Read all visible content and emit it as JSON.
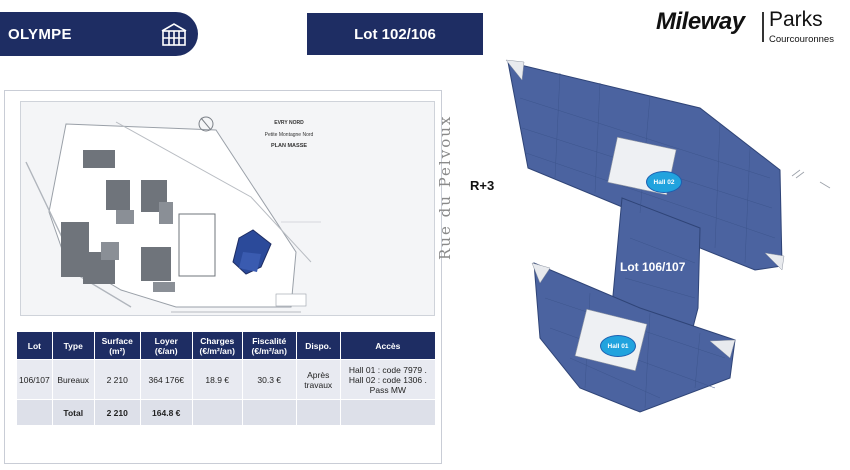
{
  "header": {
    "building_name": "OLYMPE",
    "lot_title": "Lot 102/106"
  },
  "logo": {
    "brand": "Mileway",
    "product": "Parks",
    "city": "Courcouronnes"
  },
  "site_plan": {
    "title_line1": "EVRY NORD",
    "title_line2": "Petite Montagne Nord",
    "title_line3": "",
    "plan_label": "PLAN MASSE"
  },
  "table": {
    "headers": {
      "lot": "Lot",
      "type": "Type",
      "surface": "Surface (m²)",
      "loyer": "Loyer (€/an)",
      "charges": "Charges (€/m²/an)",
      "fiscalite": "Fiscalité (€/m²/an)",
      "dispo": "Dispo.",
      "acces": "Accès"
    },
    "rows": [
      {
        "lot": "106/107",
        "type": "Bureaux",
        "surface": "2 210",
        "loyer": "364 176€",
        "charges": "18.9 €",
        "fiscalite": "30.3 €",
        "dispo": "Après travaux",
        "acces_line1": "Hall 01 : code 7979 .",
        "acces_line2": "Hall 02 : code 1306 .",
        "acces_line3": "Pass MW"
      }
    ],
    "total": {
      "label": "Total",
      "surface": "2 210",
      "loyer": "164.8 €"
    }
  },
  "floor_plan": {
    "street": "Rue du Pelvoux",
    "level": "R+3",
    "lot_label": "Lot 106/107",
    "hall_01": "Hall 01",
    "hall_02": "Hall 02"
  },
  "colors": {
    "navy": "#1e2d63",
    "floor_blue": "#4b63a0",
    "hall_blue": "#21a3de"
  }
}
